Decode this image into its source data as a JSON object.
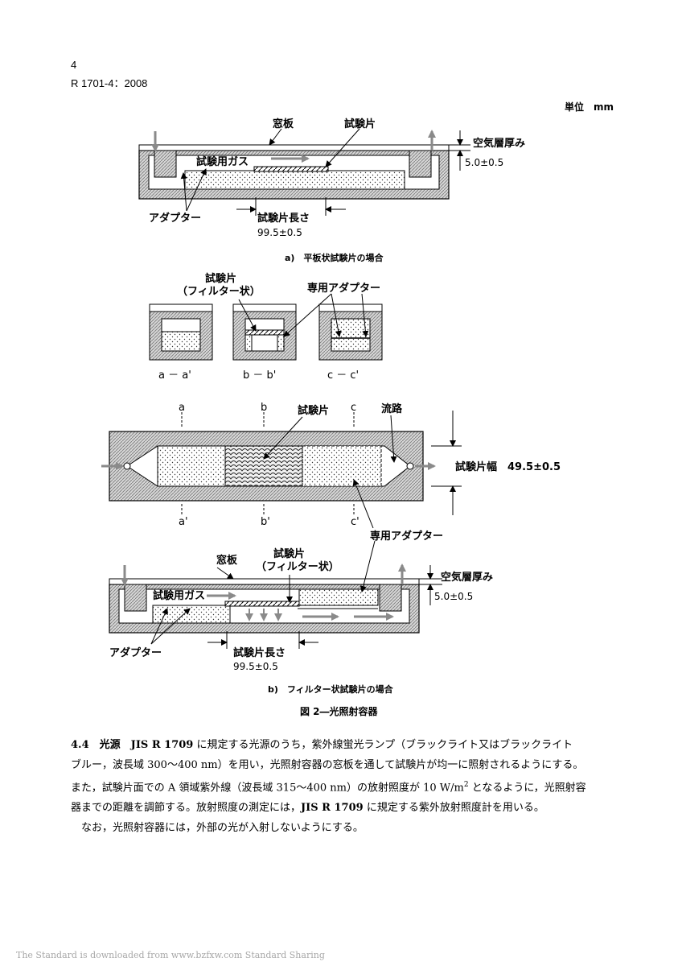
{
  "header": {
    "page_number": "4",
    "standard_code": "R 1701-4：2008"
  },
  "unit_label": "単位　mm",
  "figure": {
    "diagram_a": {
      "window_plate": "窓板",
      "test_piece": "試験片",
      "test_gas": "試験用ガス",
      "air_layer": "空気層厚み",
      "air_value": "5.0±0.5",
      "adapter": "アダプター",
      "length_label": "試験片長さ",
      "length_value": "99.5±0.5",
      "caption": "a)　平板状試験片の場合"
    },
    "cross_sections": {
      "test_piece_line1": "試験片",
      "test_piece_line2": "（フィルター状）",
      "dedicated_adapter": "専用アダプター",
      "label_a": "a － a'",
      "label_b": "b － b'",
      "label_c": "c － c'"
    },
    "plan_view": {
      "mark_a": "a",
      "mark_b": "b",
      "mark_c": "c",
      "mark_a2": "a'",
      "mark_b2": "b'",
      "mark_c2": "c'",
      "test_piece": "試験片",
      "flow_path": "流路",
      "width_label": "試験片幅　49.5±0.5",
      "dedicated_adapter": "専用アダプター"
    },
    "diagram_b": {
      "window_plate": "窓板",
      "test_piece_line1": "試験片",
      "test_piece_line2": "（フィルター状）",
      "test_gas": "試験用ガス",
      "air_layer": "空気層厚み",
      "air_value": "5.0±0.5",
      "adapter": "アダプター",
      "length_label": "試験片長さ",
      "length_value": "99.5±0.5",
      "caption": "b)　フィルター状試験片の場合"
    },
    "title": "図 2―光照射容器"
  },
  "section": {
    "number": "4.4",
    "heading": "光源",
    "ref1": "JIS R 1709",
    "line1_rest": " に規定する光源のうち，紫外線蛍光ランプ（ブラックライト又はブラックライト",
    "line2": "ブルー，波長域 300～400 nm）を用い，光照射容器の窓板を通して試験片が均一に照射されるようにする。",
    "line3_pre": "また，試験片面での A 領域紫外線（波長域 315～400 nm）の放射照度が 10 W/m",
    "line3_sup": "2",
    "line3_post": " となるように，光照射容",
    "line4_pre": "器までの距離を調節する。放射照度の測定には，",
    "ref2": "JIS R 1709",
    "line4_post": " に規定する紫外放射照度計を用いる。",
    "line5": "なお，光照射容器には，外部の光が入射しないようにする。"
  },
  "footer": "The Standard is downloaded from www.bzfxw.com Standard Sharing"
}
